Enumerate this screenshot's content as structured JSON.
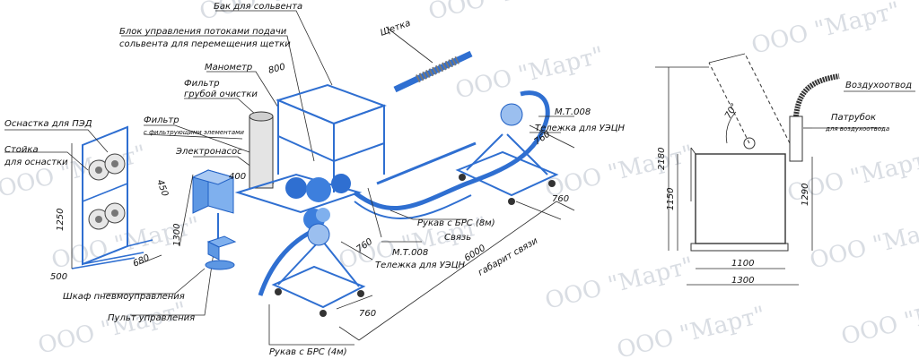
{
  "watermark": "ООО \"Март\"",
  "labels": {
    "bak": "Бак для сольвента",
    "blok_line1": "Блок управления потоками подачи",
    "blok_line2": "сольвента для перемещения щетки",
    "manometr": "Манометр",
    "filtr_grub_1": "Фильтр",
    "filtr_grub_2": "грубой очистки",
    "filtr_fil_1": "Фильтр",
    "filtr_fil_2": "с фильтрующими элементами",
    "elektronasos": "Электронасос",
    "osnastka": "Оснастка для ПЭД",
    "stoyka_1": "Стойка",
    "stoyka_2": "для оснастки",
    "shkaf": "Шкаф пневмоуправления",
    "pult": "Пульт управления",
    "shchetka": "Щетка",
    "mt008_top": "М.Т.008",
    "telezhka_top": "Тележка для УЭЦН",
    "rukav_8": "Рукав с БРС (8м)",
    "svyaz": "Связь",
    "mt008_bot": "М.Т.008",
    "telezhka_bot": "Тележка для УЭЦН",
    "gabarit": "габарит связи",
    "rukav_4": "Рукав с БРС (4м)",
    "vozduhootvod": "Воздухоотвод",
    "patrubok": "Патрубок",
    "patrubok_sub": "для воздухоотвода"
  },
  "dims": {
    "d800": "800",
    "d450": "450",
    "d400": "400",
    "d1250": "1250",
    "d1300_left": "1300",
    "d500": "500",
    "d680": "680",
    "d760_a": "760",
    "d760_b": "760",
    "d760_c": "760",
    "d760_d": "760",
    "d6000": "6000",
    "angle70": "70°",
    "d2180": "2180",
    "d1150": "1150",
    "d1290": "1290",
    "d1100": "1100",
    "d1300_right": "1300"
  },
  "colors": {
    "equipment": "#3d7fdd",
    "lines": "#2a2a2a",
    "watermark": "#d9dde3"
  }
}
